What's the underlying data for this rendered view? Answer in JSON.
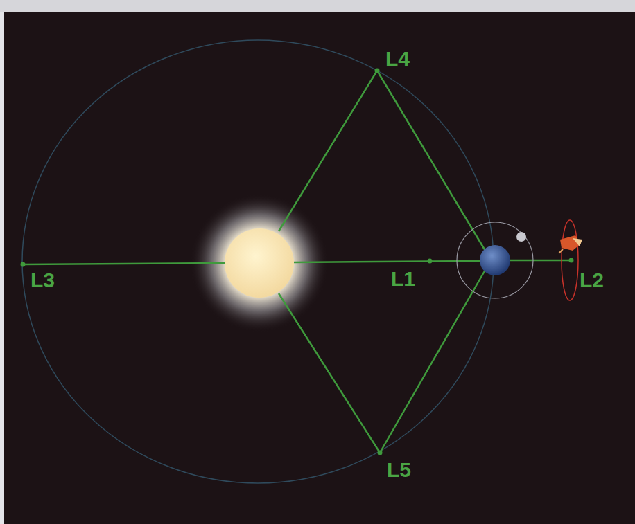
{
  "diagram": {
    "labels": [
      "L4",
      "L3",
      "L1",
      "L2",
      "L5"
    ]
  }
}
